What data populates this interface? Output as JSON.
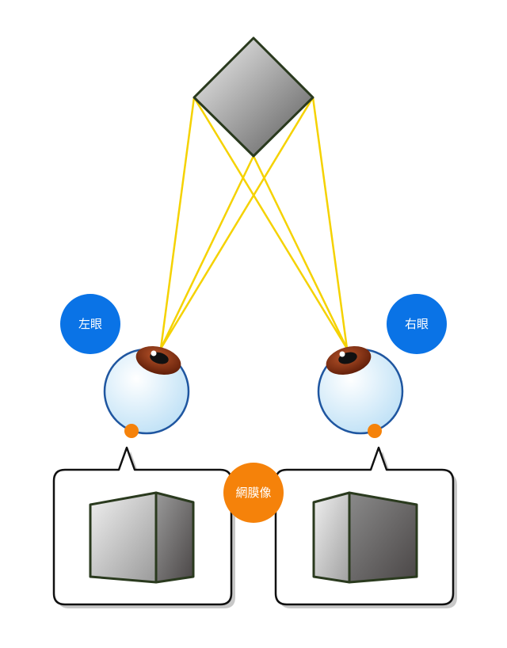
{
  "labels": {
    "left_eye": "左眼",
    "right_eye": "右眼",
    "retinal_image": "網膜像"
  },
  "colors": {
    "label_circle_blue": "#0a73e6",
    "retina_orange": "#f5820a",
    "ray_yellow": "#f5d200",
    "outline_dark": "#2a3a1e",
    "eyeball_fill": "#dff0fb",
    "eyeball_stroke": "#1f56a0",
    "iris_brown": "#7a2a10"
  },
  "icons": {
    "object": "diamond-object",
    "eyes": "eyeball-icon",
    "retina_point": "orange-dot",
    "image": "cube-icon"
  }
}
